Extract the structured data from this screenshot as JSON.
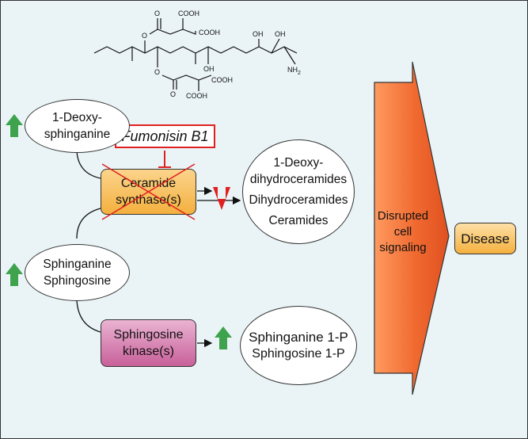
{
  "molecule": {
    "cooh_top_1": "COOH",
    "cooh_top_2": "COOH",
    "cooh_bottom_1": "COOH",
    "cooh_bottom_2": "COOH",
    "o_1": "O",
    "o_2": "O",
    "o_3": "O",
    "o_4": "O",
    "oh_1": "OH",
    "oh_2": "OH",
    "oh_3": "OH",
    "nh2_main": "NH",
    "nh2_sub": "2"
  },
  "inhibitor": {
    "label": "Fumonisin B1"
  },
  "nodes": {
    "deoxy_sphinganine": [
      "1-Deoxy-",
      "sphinganine"
    ],
    "sphinganine_sphingosine": [
      "Sphinganine",
      "Sphingosine"
    ],
    "ceramide_synthase": [
      "Ceramide",
      "synthase(s)"
    ],
    "sphingosine_kinase": [
      "Sphingosine",
      "kinase(s)"
    ],
    "ceramides_products": [
      "1-Deoxy-",
      "dihydroceramides",
      "Dihydroceramides",
      "Ceramides"
    ],
    "phosphate_products": [
      "Sphinganine 1-P",
      "Sphingosine 1-P"
    ],
    "disrupted_signaling": [
      "Disrupted",
      "cell",
      "signaling"
    ],
    "disease": "Disease"
  },
  "colors": {
    "background": "#eaf4f7",
    "up_arrow": "#3fa34d",
    "down_arrow": "#e02020",
    "inhibitor": "#e02020",
    "synthase_box": "#f6b74a",
    "kinase_box": "#c8609a",
    "big_arrow": "#f06a30"
  },
  "icons": {
    "up": "green-up-arrow-icon",
    "down": "red-down-arrow-icon",
    "cross": "red-x-icon"
  }
}
